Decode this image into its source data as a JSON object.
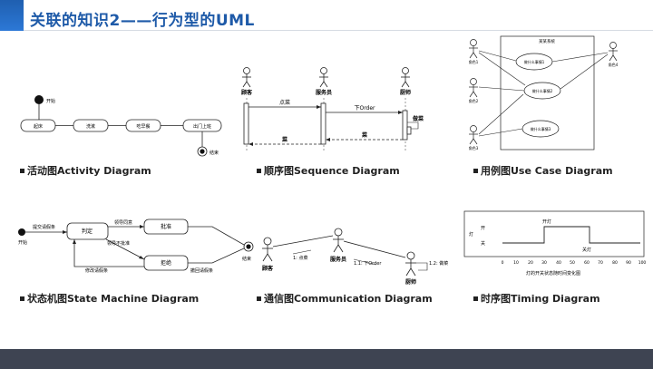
{
  "slide": {
    "title": "关联的知识2——行为型的UML"
  },
  "captions": {
    "activity": "活动图Activity Diagram",
    "sequence": "顺序图Sequence Diagram",
    "usecase": "用例图Use Case Diagram",
    "statemachine": "状态机图State Machine Diagram",
    "communication": "通信图Communication Diagram",
    "timing": "时序图Timing Diagram"
  },
  "activity": {
    "start": "开始",
    "nodes": [
      "起床",
      "洗漱",
      "吃早餐",
      "出门上班"
    ],
    "end": "结束"
  },
  "sequence": {
    "lifelines": [
      "顾客",
      "服务员",
      "厨师"
    ],
    "messages": [
      "点菜",
      "下Order",
      "菜",
      "菜"
    ],
    "self_call": "做菜"
  },
  "usecase": {
    "system": "某某系统",
    "usecases": [
      "做什么事情1",
      "做什么事情2",
      "做什么事情3"
    ],
    "actors_left": [
      "角色1",
      "角色2",
      "角色3"
    ],
    "actor_right": "角色4"
  },
  "statemachine": {
    "states": [
      "判定",
      "批准",
      "拒绝"
    ],
    "start": "开始",
    "end": "结束",
    "transitions": [
      "提交请假条",
      "领导同意",
      "领导不批准",
      "修改请假条",
      "撤回请假条"
    ]
  },
  "communication": {
    "objects": [
      "顾客",
      "服务员",
      "厨师"
    ],
    "messages": [
      "1: 点菜",
      "1.1: 下Order",
      "1.2: 做菜"
    ]
  },
  "timing": {
    "y_label": "灯",
    "states": [
      "开",
      "关"
    ],
    "events": [
      "开灯",
      "关灯"
    ],
    "x_ticks": [
      "0",
      "10",
      "20",
      "30",
      "40",
      "50",
      "60",
      "70",
      "80",
      "90",
      "100"
    ],
    "caption": "灯的开关状态随时间变化图"
  }
}
